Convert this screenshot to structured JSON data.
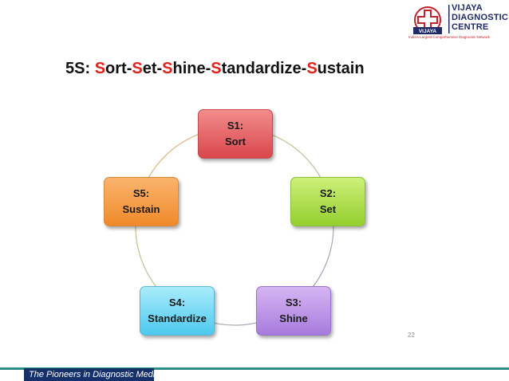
{
  "logo": {
    "badge_text": "VIJAYA",
    "name_lines": [
      "VIJAYA",
      "DIAGNOSTIC",
      "CENTRE"
    ],
    "tagline": "India's Largest Comprehensive Diagnostic Network"
  },
  "title": {
    "parts": [
      {
        "text": "5S: ",
        "highlight": false
      },
      {
        "text": "S",
        "highlight": true
      },
      {
        "text": "ort-",
        "highlight": false
      },
      {
        "text": "S",
        "highlight": true
      },
      {
        "text": "et-",
        "highlight": false
      },
      {
        "text": "S",
        "highlight": true
      },
      {
        "text": "hine-",
        "highlight": false
      },
      {
        "text": "S",
        "highlight": true
      },
      {
        "text": "tandardize-",
        "highlight": false
      },
      {
        "text": "S",
        "highlight": true
      },
      {
        "text": "ustain",
        "highlight": false
      }
    ],
    "highlight_color": "#e0231c"
  },
  "cycle": {
    "steps": [
      {
        "code": "S1:",
        "label": "Sort",
        "color": "#e4686c"
      },
      {
        "code": "S2:",
        "label": "Set",
        "color": "#b3e25a"
      },
      {
        "code": "S3:",
        "label": "Shine",
        "color": "#bf97e8"
      },
      {
        "code": "S4:",
        "label": "Standardize",
        "color": "#7ad9f4"
      },
      {
        "code": "S5:",
        "label": "Sustain",
        "color": "#f5a04c"
      }
    ]
  },
  "page_number": "22",
  "footer": {
    "text": "The Pioneers in Diagnostic Medicare",
    "bar_color": "#16306b",
    "line_color": "#2c8c86"
  }
}
